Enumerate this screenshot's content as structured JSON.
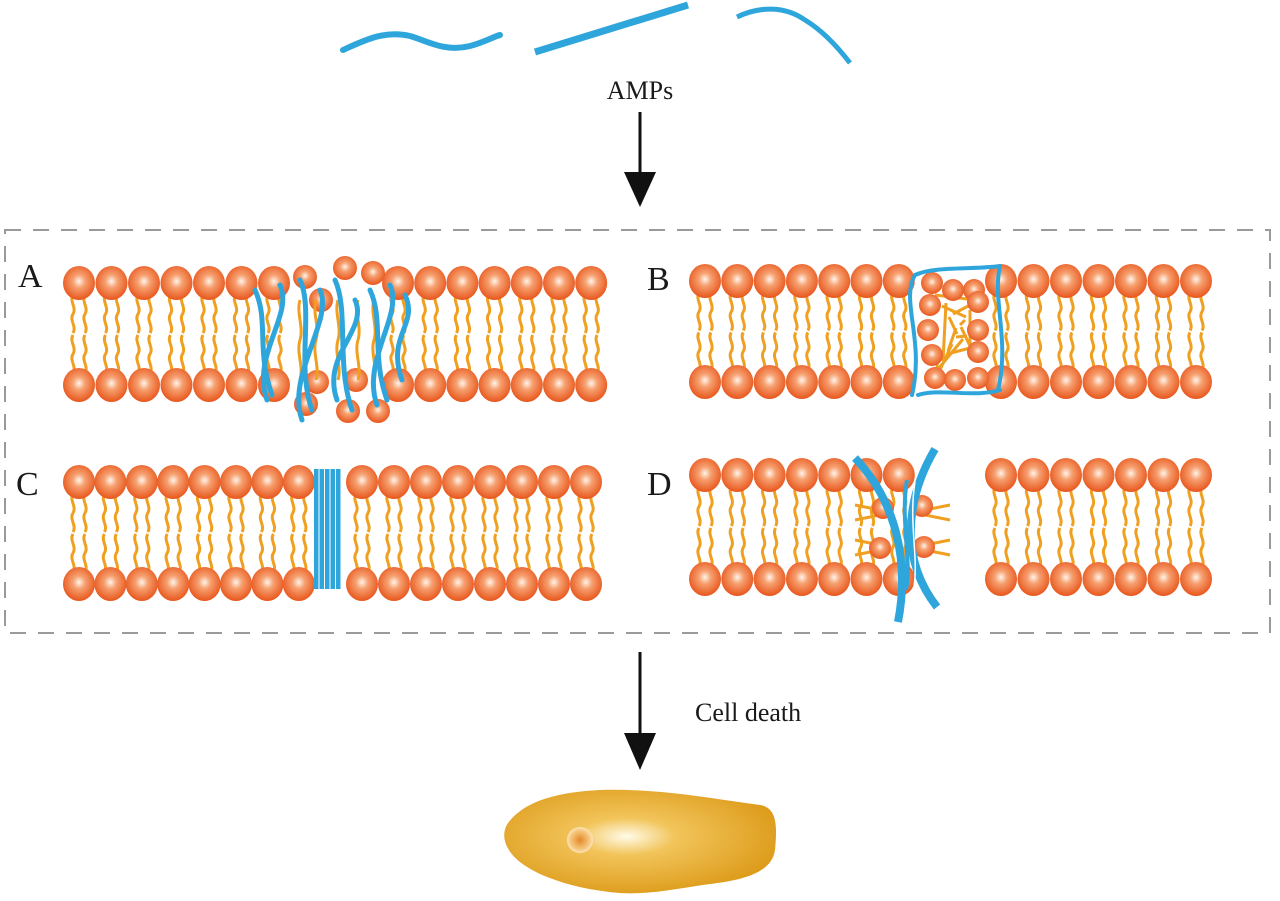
{
  "title_label": "AMPs",
  "outcome_label": "Cell death",
  "panels": [
    {
      "id": "A",
      "label": "A",
      "mechanism": "carpet"
    },
    {
      "id": "B",
      "label": "B",
      "mechanism": "toroidal-pore"
    },
    {
      "id": "C",
      "label": "C",
      "mechanism": "barrel-stave"
    },
    {
      "id": "D",
      "label": "D",
      "mechanism": "aggregate"
    }
  ],
  "colors": {
    "peptide": "#2ea6dc",
    "lipid_head": "#f06a2a",
    "lipid_tail": "#f0a020",
    "cell": "#e8a521",
    "frame": "#9a9a9a",
    "arrow": "#111111"
  }
}
